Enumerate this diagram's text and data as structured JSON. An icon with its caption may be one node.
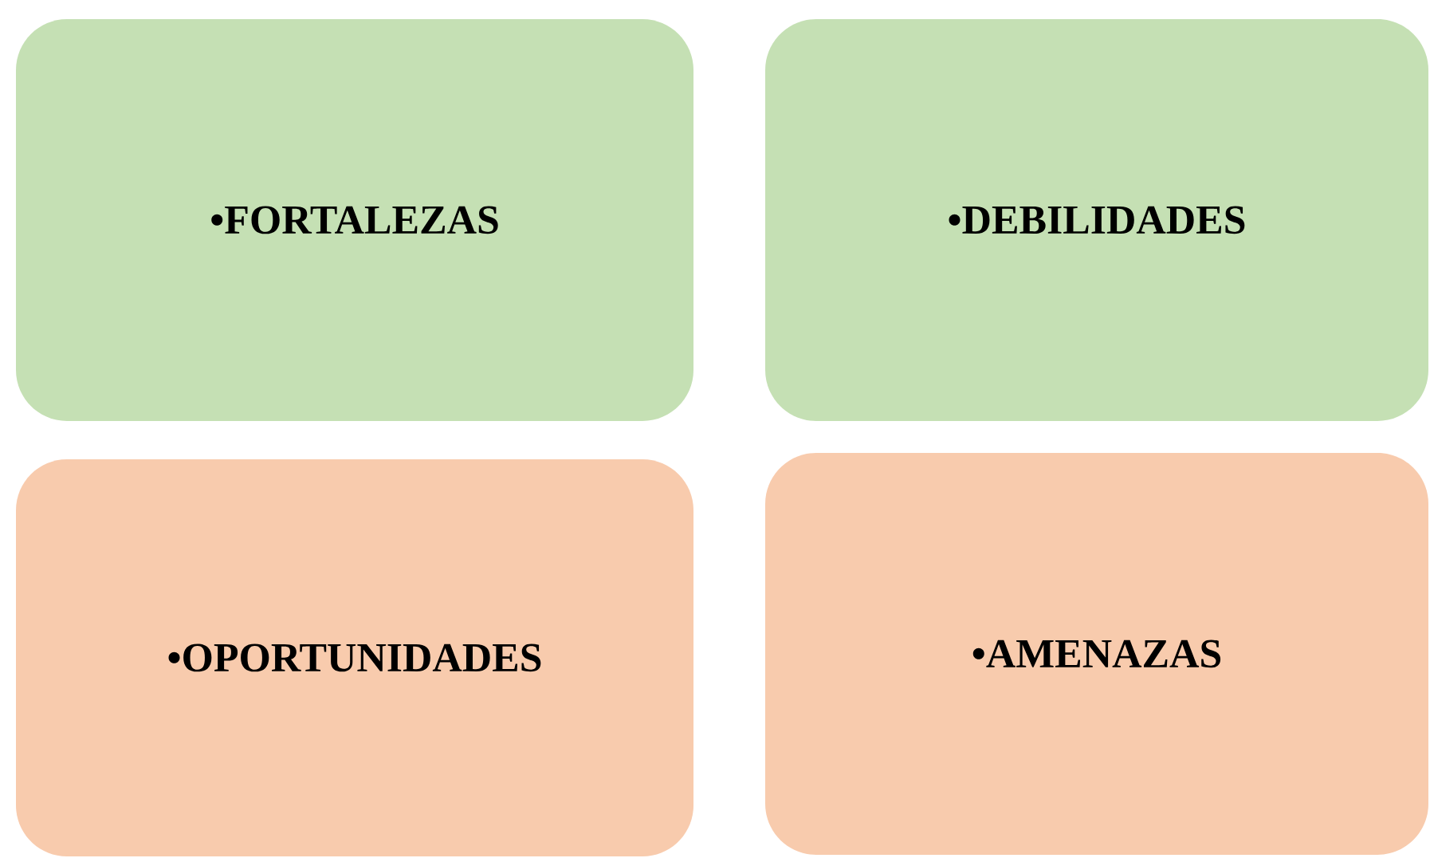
{
  "diagram": {
    "nodes": [
      {
        "text": [
          "•FORTALEZAS"
        ]
      },
      {
        "text": [
          "•DEBILIDADES"
        ]
      },
      {
        "text": [
          "•OPORTUNIDADES"
        ]
      },
      {
        "text": [
          "•AMENAZAS"
        ]
      }
    ]
  }
}
